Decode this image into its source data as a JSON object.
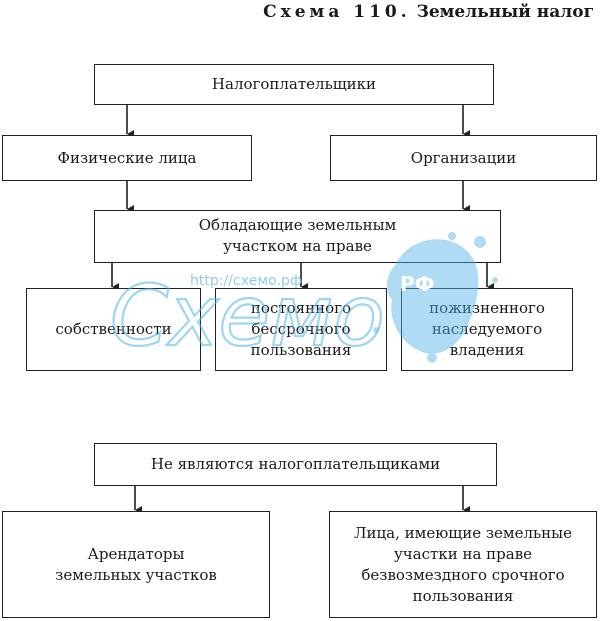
{
  "title": {
    "prefix": "Схема 110.",
    "text": "Земельный налог"
  },
  "boxes": {
    "taxpayers": "Налогоплательщики",
    "individuals": "Физические лица",
    "organizations": "Организации",
    "owning_line1": "Обладающие земельным",
    "owning_line2": "участком на праве",
    "ownership": "собственности",
    "permanent_line1": "постоянного",
    "permanent_line2": "бессрочного",
    "permanent_line3": "пользования",
    "lifetime_line1": "пожизненного",
    "lifetime_line2": "наследуемого",
    "lifetime_line3": "владения",
    "not_taxpayers": "Не являются налогоплательщиками",
    "tenants_line1": "Арендаторы",
    "tenants_line2": "земельных участков",
    "persons_line1": "Лица, имеющие земельные",
    "persons_line2": "участки на праве",
    "persons_line3": "безвозмездного срочного",
    "persons_line4": "пользования"
  },
  "watermark": {
    "url": "http://схемо.рф",
    "word": "Схемо",
    "suffix": "РФ",
    "color": "#4fb3e8"
  }
}
